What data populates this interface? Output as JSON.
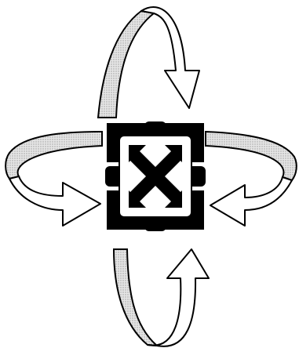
{
  "figure": {
    "symbol": "recycling-arrows",
    "colors": {
      "stroke": "#000000",
      "logo_fill": "#000000",
      "band_shade": "#d0d0d0",
      "background": "#ffffff"
    },
    "elements": [
      {
        "name": "central-recycle-emblem-icon"
      },
      {
        "name": "top-curved-arrow"
      },
      {
        "name": "bottom-curved-arrow"
      },
      {
        "name": "left-curved-arrow"
      },
      {
        "name": "right-curved-arrow"
      }
    ]
  }
}
